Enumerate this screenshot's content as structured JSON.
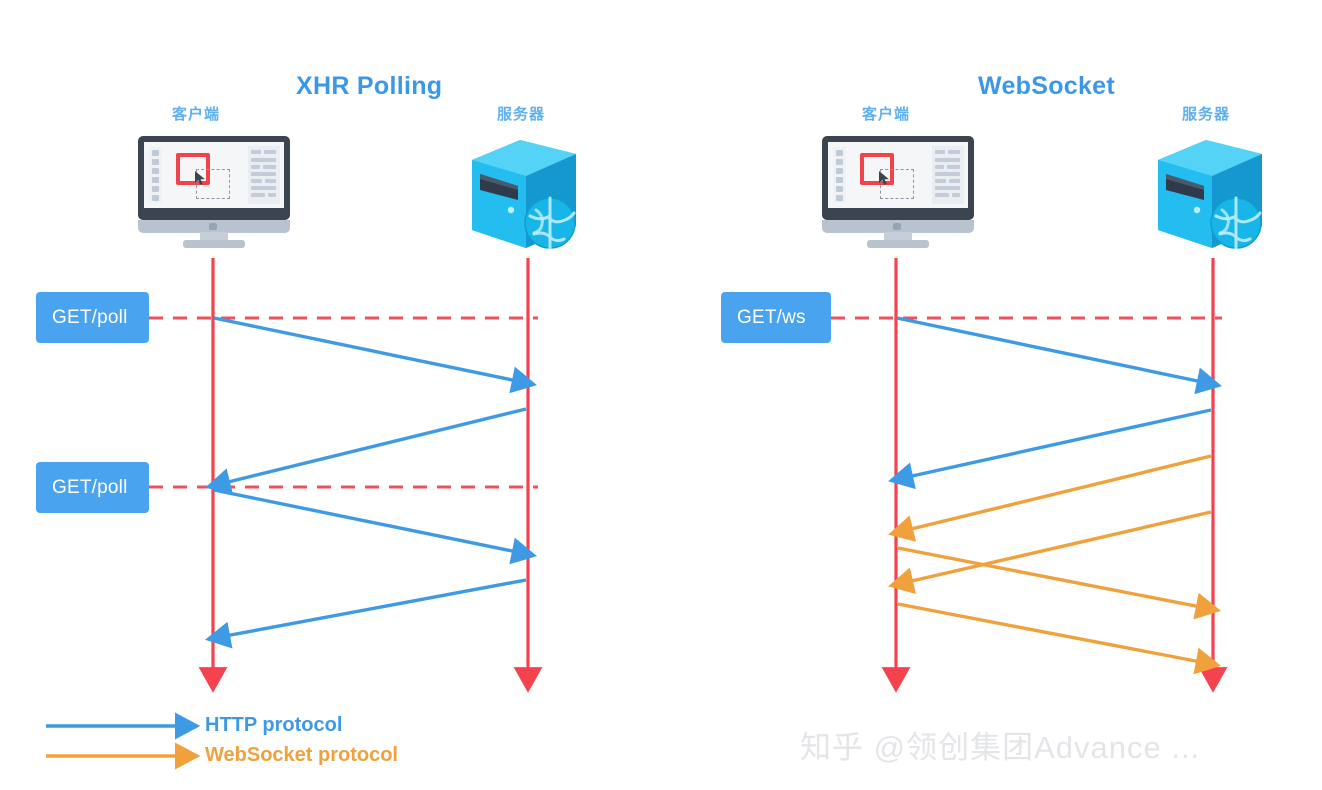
{
  "diagram": {
    "type": "sequence-diagram-comparison",
    "background": "#ffffff",
    "panels": [
      {
        "id": "xhr",
        "title": "XHR Polling",
        "client_label": "客户端",
        "server_label": "服务器",
        "messages": [
          "GET/poll",
          "GET/poll"
        ]
      },
      {
        "id": "websocket",
        "title": "WebSocket",
        "client_label": "客户端",
        "server_label": "服务器",
        "messages": [
          "GET/ws"
        ]
      }
    ]
  },
  "panel_xhr": {
    "title": "XHR Polling",
    "client_label": "客户端",
    "server_label": "服务器",
    "msg1": "GET/poll",
    "msg2": "GET/poll"
  },
  "panel_ws": {
    "title": "WebSocket",
    "client_label": "客户端",
    "server_label": "服务器",
    "msg1": "GET/ws"
  },
  "legend": {
    "items": [
      {
        "label": "HTTP protocol",
        "color": "#3f9ae5"
      },
      {
        "label": "WebSocket protocol",
        "color": "#f0a13c"
      }
    ],
    "http_label": "HTTP protocol",
    "ws_label": "WebSocket protocol"
  },
  "watermark": {
    "text": "知乎 @领创集团Advance ..."
  },
  "colors": {
    "title_blue": "#3b97e8",
    "node_label_blue": "#5fb0ee",
    "msgbox_blue": "#4aa3ee",
    "http_arrow_blue": "#3f9ae5",
    "ws_arrow_orange": "#f0a13c",
    "lifeline_red": "#f6414e",
    "dashed_red": "#f0505c",
    "server_body_cyan": "#22b7e8",
    "monitor_bezel": "#3c4450",
    "watermark_gray": "#e3e5e8"
  },
  "icons": {
    "monitor": "desktop-monitor-icon",
    "server": "server-tower-icon",
    "globe": "globe-icon",
    "cursor": "mouse-cursor-icon",
    "arrow_right": "arrow-right-icon"
  }
}
